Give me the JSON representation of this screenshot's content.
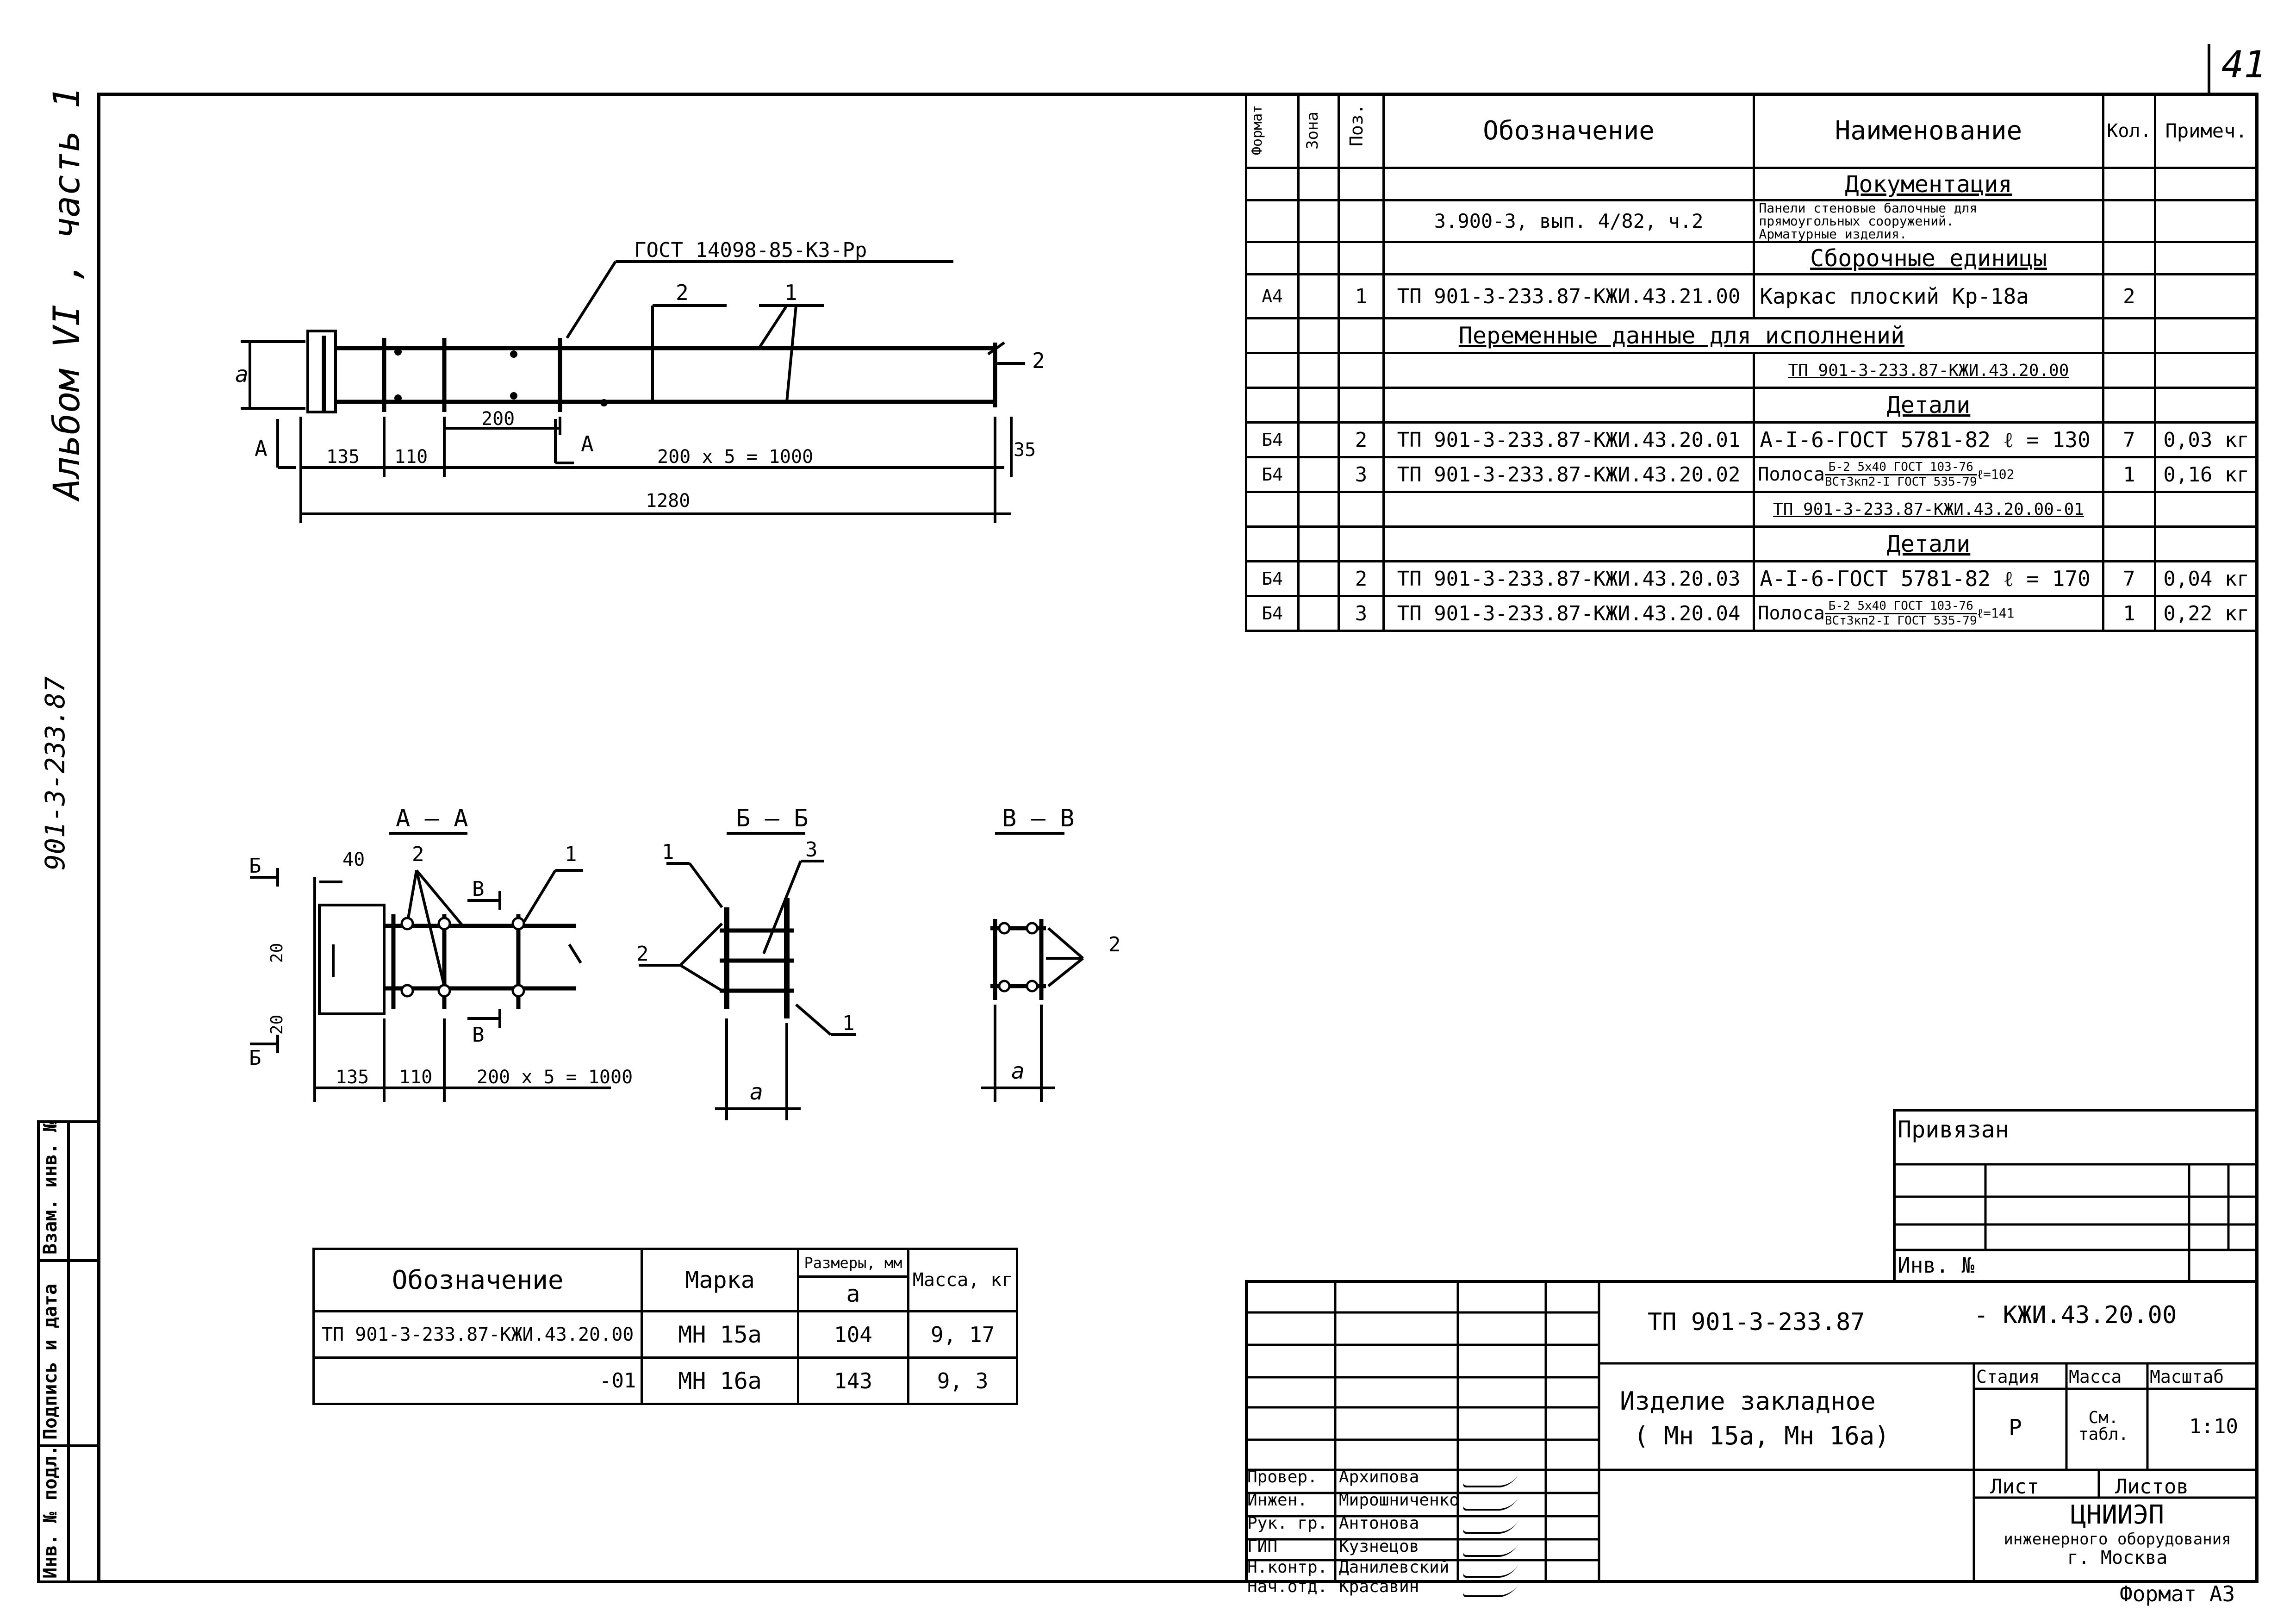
{
  "sheet": {
    "number": "41",
    "format": "Формат А3"
  },
  "side": {
    "album": "Альбом VI , часть 1",
    "code": "901-3-233.87",
    "strip": [
      "Инв. № подл.",
      "Подпись и дата",
      "Взам. инв. №"
    ]
  },
  "spec": {
    "headers": {
      "format": "Формат",
      "zone": "Зона",
      "pos": "Поз.",
      "designation": "Обозначение",
      "name": "Наименование",
      "qty": "Кол.",
      "note": "Примеч."
    },
    "rows": [
      {
        "type": "section",
        "name": "Документация"
      },
      {
        "type": "doc",
        "designation": "3.900-3, вып. 4/82, ч.2",
        "name_lines": [
          "Панели стеновые балочные для",
          "прямоугольных сооружений.",
          "Арматурные изделия."
        ]
      },
      {
        "type": "section",
        "name": "Сборочные единицы"
      },
      {
        "type": "item",
        "format": "А4",
        "pos": "1",
        "designation": "ТП 901-3-233.87-КЖИ.43.21.00",
        "name": "Каркас плоский Кр-18а",
        "qty": "2",
        "note": ""
      },
      {
        "type": "wide",
        "name": "Переменные данные для исполнений"
      },
      {
        "type": "variant",
        "name": "ТП 901-3-233.87-КЖИ.43.20.00"
      },
      {
        "type": "section",
        "name": "Детали"
      },
      {
        "type": "item",
        "format": "Б4",
        "pos": "2",
        "designation": "ТП 901-3-233.87-КЖИ.43.20.01",
        "name": "А-I-6-ГОСТ 5781-82  ℓ = 130",
        "qty": "7",
        "note": "0,03 кг"
      },
      {
        "type": "strip",
        "format": "Б4",
        "pos": "3",
        "designation": "ТП 901-3-233.87-КЖИ.43.20.02",
        "prefix": "Полоса",
        "top": "Б-2 5х40 ГОСТ 103-76",
        "bottom": "ВСт3кп2-I ГОСТ 535-79",
        "len": "ℓ=102",
        "qty": "1",
        "note": "0,16 кг"
      },
      {
        "type": "variant",
        "name": "ТП 901-3-233.87-КЖИ.43.20.00-01"
      },
      {
        "type": "section",
        "name": "Детали"
      },
      {
        "type": "item",
        "format": "Б4",
        "pos": "2",
        "designation": "ТП 901-3-233.87-КЖИ.43.20.03",
        "name": "А-I-6-ГОСТ 5781-82  ℓ = 170",
        "qty": "7",
        "note": "0,04 кг"
      },
      {
        "type": "strip",
        "format": "Б4",
        "pos": "3",
        "designation": "ТП 901-3-233.87-КЖИ.43.20.04",
        "prefix": "Полоса",
        "top": "Б-2 5х40 ГОСТ 103-76",
        "bottom": "ВСт3кп2-I ГОСТ 535-79",
        "len": "ℓ=141",
        "qty": "1",
        "note": "0,22 кг"
      }
    ]
  },
  "drawing": {
    "gost_label": "ГОСТ 14098-85-К3-Рр",
    "dim_a": "a",
    "section_mark": "А",
    "pos1": "1",
    "pos2": "2",
    "pos3": "3",
    "d135": "135",
    "d110": "110",
    "d200": "200",
    "d200x5": "200 х 5 = 1000",
    "d35": "35",
    "d1280": "1280",
    "d40": "40",
    "d20": "20",
    "sec_aa": "А – А",
    "sec_bb": "Б – Б",
    "sec_vv": "В – В",
    "mark_b": "Б",
    "mark_v": "В"
  },
  "marks_table": {
    "h_designation": "Обозначение",
    "h_mark": "Марка",
    "h_sizes": "Размеры, мм",
    "h_a": "а",
    "h_mass": "Масса, кг",
    "rows": [
      {
        "designation": "ТП 901-3-233.87-КЖИ.43.20.00",
        "mark": "МН 15а",
        "a": "104",
        "mass": "9, 17"
      },
      {
        "designation": "-01",
        "mark": "МН 16а",
        "a": "143",
        "mass": "9, 3"
      }
    ]
  },
  "privyazan": {
    "title": "Привязан",
    "inv": "Инв. №"
  },
  "title_block": {
    "code": "ТП 901-3-233.87",
    "code_suffix": "- КЖИ.43.20.00",
    "name_line1": "Изделие закладное",
    "name_line2": "( Мн 15а, Мн 16а)",
    "stage_h": "Стадия",
    "mass_h": "Масса",
    "scale_h": "Масштаб",
    "stage": "Р",
    "mass": "См. табл.",
    "scale": "1:10",
    "sheet_h": "Лист",
    "sheets_h": "Листов",
    "org1": "ЦНИИЭП",
    "org2": "инженерного оборудования",
    "org3": "г. Москва",
    "staff": [
      {
        "role": "Провер.",
        "name": "Архипова"
      },
      {
        "role": "Инжен.",
        "name": "Мирошниченко"
      },
      {
        "role": "Рук. гр.",
        "name": "Антонова"
      },
      {
        "role": "ГИП",
        "name": "Кузнецов"
      },
      {
        "role": "Н.контр.",
        "name": "Данилевский"
      },
      {
        "role": "Нач.отд.",
        "name": "Красавин"
      }
    ]
  }
}
